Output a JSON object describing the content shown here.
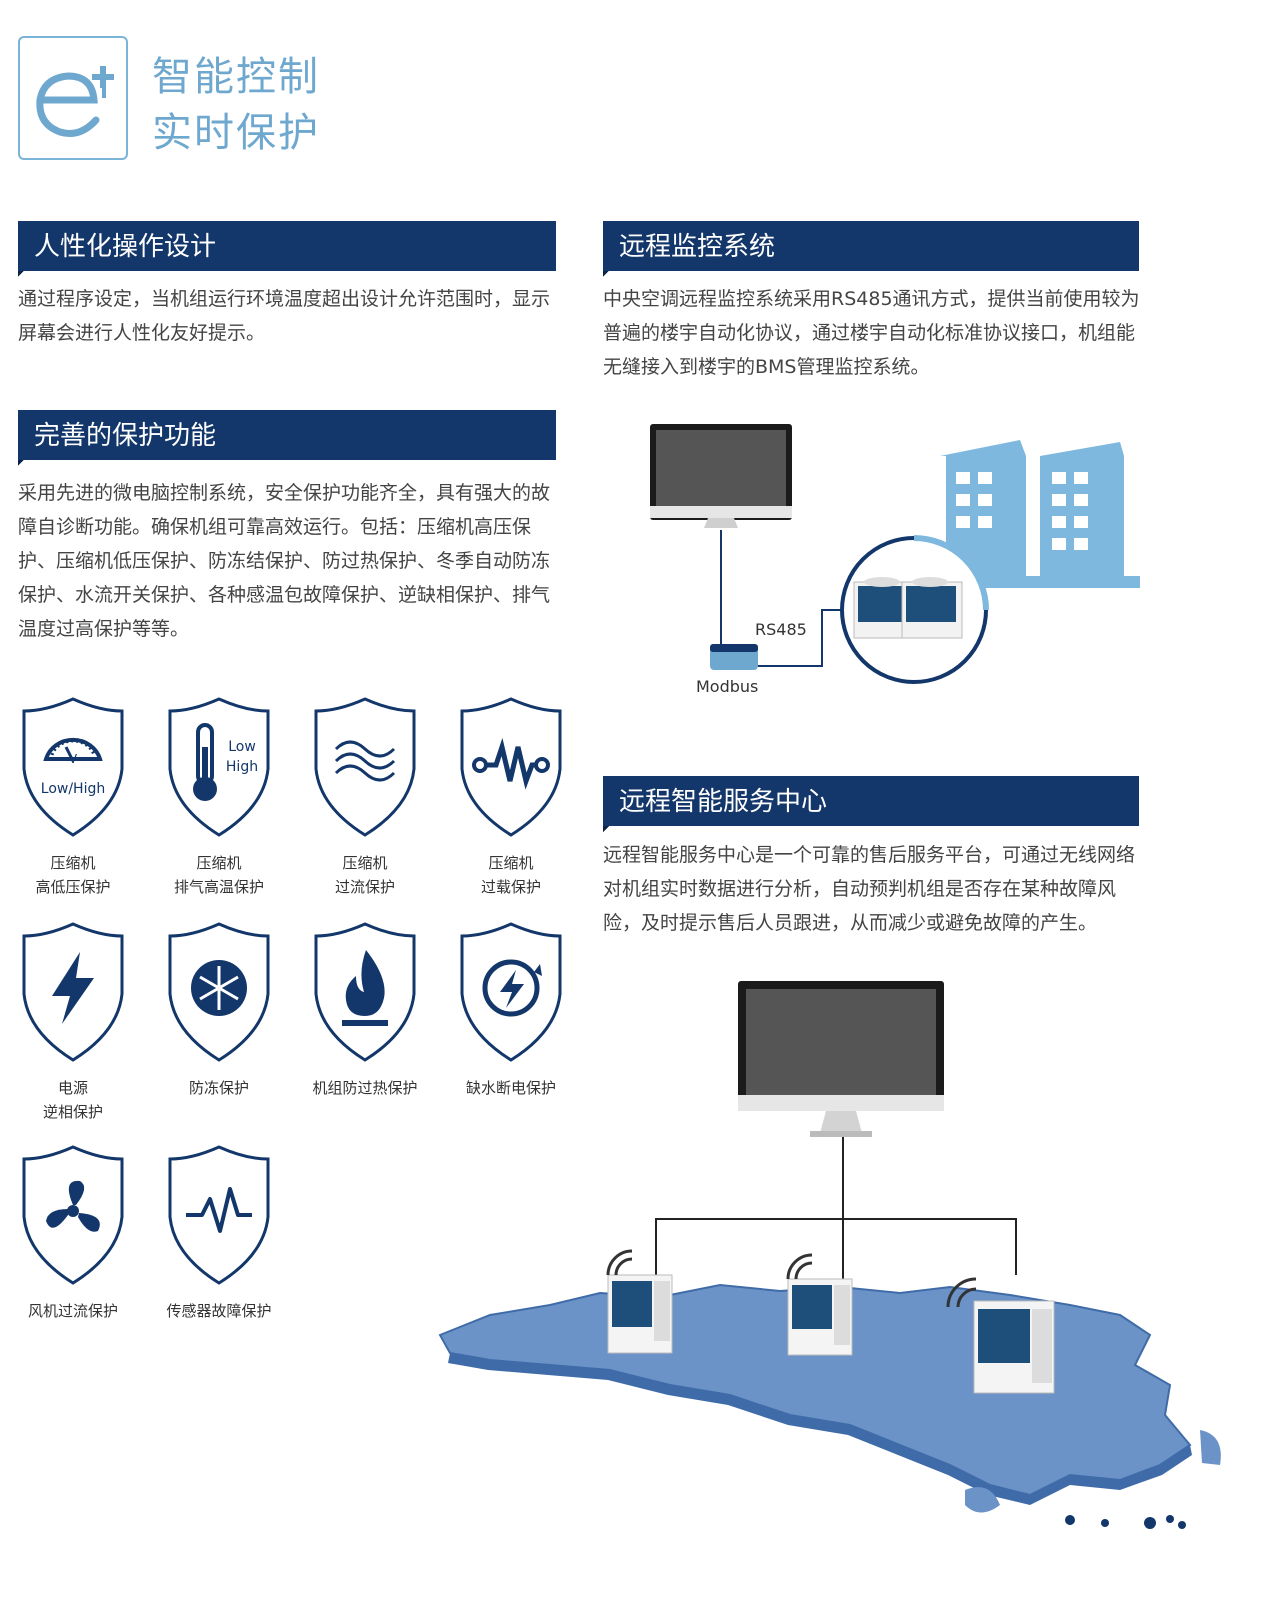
{
  "header": {
    "line1": "智能控制",
    "line2": "实时保护"
  },
  "sections": {
    "humanized": {
      "title": "人性化操作设计",
      "text": "通过程序设定，当机组运行环境温度超出设计允许范围时，显示屏幕会进行人性化友好提示。"
    },
    "protection": {
      "title": "完善的保护功能",
      "text": "采用先进的微电脑控制系统，安全保护功能齐全，具有强大的故障自诊断功能。确保机组可靠高效运行。包括：压缩机高压保护、压缩机低压保护、防冻结保护、防过热保护、冬季自动防冻保护、水流开关保护、各种感温包故障保护、逆缺相保护、排气温度过高保护等等。"
    },
    "monitoring": {
      "title": "远程监控系统",
      "text": "中央空调远程监控系统采用RS485通讯方式，提供当前使用较为普遍的楼宇自动化协议，通过楼宇自动化标准协议接口，机组能无缝接入到楼宇的BMS管理监控系统。",
      "rs485_label": "RS485",
      "modbus_label": "Modbus"
    },
    "service": {
      "title": "远程智能服务中心",
      "text": "远程智能服务中心是一个可靠的售后服务平台，可通过无线网络对机组实时数据进行分析，自动预判机组是否存在某种故障风险，及时提示售后人员跟进，从而减少或避免故障的产生。"
    }
  },
  "icon_texts": {
    "gauge": "Low/High",
    "thermo_low": "Low",
    "thermo_high": "High",
    "gauge_mark": "V"
  },
  "protections": [
    {
      "icon": "pressure-gauge-icon",
      "line1": "压缩机",
      "line2": "高低压保护"
    },
    {
      "icon": "thermometer-icon",
      "line1": "压缩机",
      "line2": "排气高温保护"
    },
    {
      "icon": "wave-icon",
      "line1": "压缩机",
      "line2": "过流保护"
    },
    {
      "icon": "resistor-icon",
      "line1": "压缩机",
      "line2": "过载保护"
    },
    {
      "icon": "lightning-icon",
      "line1": "电源",
      "line2": "逆相保护"
    },
    {
      "icon": "snowflake-icon",
      "line1": "防冻保护",
      "line2": ""
    },
    {
      "icon": "flame-icon",
      "line1": "机组防过热保护",
      "line2": ""
    },
    {
      "icon": "water-power-icon",
      "line1": "缺水断电保护",
      "line2": ""
    },
    {
      "icon": "fan-icon",
      "line1": "风机过流保护",
      "line2": ""
    },
    {
      "icon": "pulse-icon",
      "line1": "传感器故障保护",
      "line2": ""
    }
  ],
  "colors": {
    "navy": "#13376a",
    "light_blue": "#6fa8cf",
    "building_blue": "#7eb8de",
    "map_blue": "#6b93c7"
  }
}
